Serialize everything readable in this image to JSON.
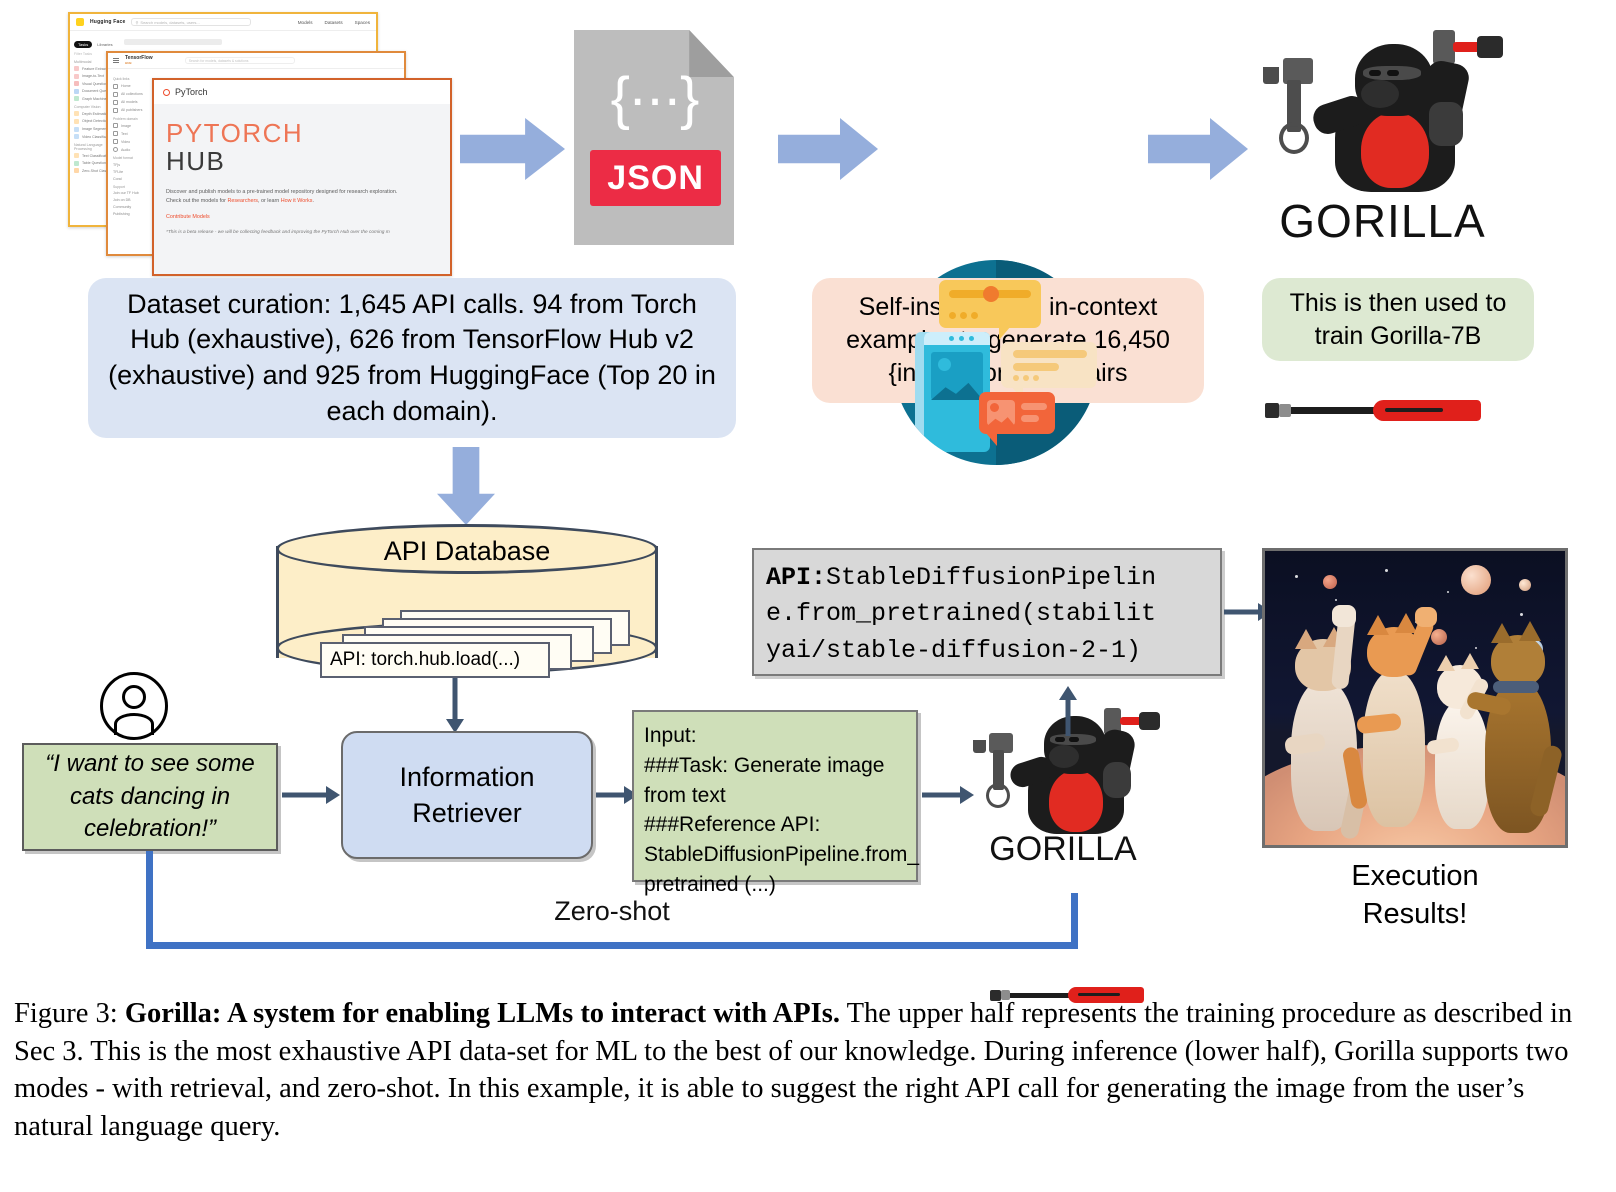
{
  "figure": {
    "label": "Figure 3:",
    "bold_title": "Gorilla: A system for enabling LLMs to interact with APIs.",
    "body": " The upper half represents the training procedure as described in Sec 3. This is the most exhaustive API data-set for ML to the best of our knowledge. During inference (lower half), Gorilla supports two modes - with retrieval, and zero-shot. In this example, it is able to suggest the right API call for generating the image from the user’s natural language query."
  },
  "colors": {
    "callout_blue": "#dbe4f3",
    "callout_peach": "#fae0d3",
    "callout_green": "#dde9d2",
    "block_arrow": "#95aedc",
    "thin_arrow": "#3f5570",
    "zero_shot_line": "#3f72c4",
    "json_red": "#ec2c45",
    "gorilla_red": "#e12b22",
    "db_fill": "#fdeec8",
    "retriever_fill": "#cfdcf2",
    "green_box_fill": "#cfdfb9",
    "api_box_fill": "#d8d8d8"
  },
  "screenshots": {
    "huggingface": {
      "brand": "Hugging Face",
      "search_placeholder": "Search models, datasets, users...",
      "nav": [
        "Models",
        "Datasets",
        "Spaces"
      ],
      "tabs": [
        "Tasks",
        "Libraries"
      ],
      "filter_label": "Filter Tasks",
      "sections": [
        {
          "title": "Multimodal",
          "items": [
            "Feature Extraction",
            "Image-to-Text",
            "Visual Question Answering",
            "Document Question Answering",
            "Graph Machine Learning"
          ]
        },
        {
          "title": "Computer Vision",
          "items": [
            "Depth Estimation",
            "Object Detection",
            "Image Segmentation",
            "Video Classification"
          ]
        },
        {
          "title": "Natural Language Processing",
          "items": [
            "Text Classification",
            "Table Question Answering",
            "Zero-Shot Classification"
          ]
        }
      ]
    },
    "tensorflow": {
      "brand": "TensorFlow",
      "brand_sub": "HUB",
      "search_placeholder": "Search for models, datasets & solutions",
      "sections": [
        {
          "title": "Quick links",
          "items": [
            "Home",
            "All collections",
            "All models",
            "All publishers"
          ]
        },
        {
          "title": "Problem domain",
          "items": [
            "Image",
            "Text",
            "Video",
            "Audio"
          ]
        },
        {
          "title": "Model format",
          "items": [
            "TFjs",
            "TFLite",
            "Coral"
          ]
        },
        {
          "title": "Support",
          "items": [
            "Join our TF Hub",
            "Join on DB",
            "Community",
            "Publishing"
          ]
        }
      ]
    },
    "pytorch": {
      "brand": "PyTorch",
      "title_line1": "PYTORCH",
      "title_line2": "HUB",
      "paragraph_1": "Discover and publish models to a pre-trained model repository designed for research exploration.",
      "paragraph_2_prefix": "Check out the models for ",
      "paragraph_2_link1": "Researchers",
      "paragraph_2_mid": ", or learn ",
      "paragraph_2_link2": "How it Works",
      "paragraph_2_suffix": ".",
      "contribute_link": "Contribute Models",
      "beta_note": "*This is a beta release - we will be collecting feedback and improving the PyTorch Hub over the coming m"
    }
  },
  "json_icon": {
    "brace_text": "{···}",
    "badge_text": "JSON"
  },
  "callouts": {
    "dataset_curation": "Dataset curation: 1,645 API calls. 94 from Torch Hub (exhaustive), 626 from TensorFlow Hub v2 (exhaustive) and 925 from HuggingFace (Top 20 in each domain).",
    "self_instruct": "Self-instruct with in-context examples to generate 16,450 {instruction,API} pairs",
    "train_gorilla": "This is then used to train Gorilla-7B"
  },
  "database": {
    "title": "API Database",
    "card_label": "API: torch.hub.load(...)"
  },
  "inference": {
    "user_query": "“I want to see some cats dancing in celebration!”",
    "retriever_line1": "Information",
    "retriever_line2": "Retriever",
    "prompt_box": "Input:\n###Task: Generate image from text\n###Reference API:\nStableDiffusionPipeline.from_ pretrained (...)",
    "prompt_lines": [
      "Input:",
      "###Task: Generate image",
      "from text",
      "###Reference API:",
      "StableDiffusionPipeline.from_",
      "pretrained (...)"
    ],
    "api_output_prefix": "API:",
    "api_output_value": "StableDiffusionPipeline.from_pretrained(stabilityai/stable-diffusion-2-1)",
    "api_output_lines": [
      "StableDiffusionPipelin",
      "e.from_pretrained(stabilit",
      "yai/stable-diffusion-2-1)"
    ],
    "zero_shot_label": "Zero-shot",
    "execution_results_line1": "Execution",
    "execution_results_line2": "Results!",
    "gorilla_word": "GORILLA"
  },
  "gorilla_top": {
    "word": "GORILLA"
  }
}
